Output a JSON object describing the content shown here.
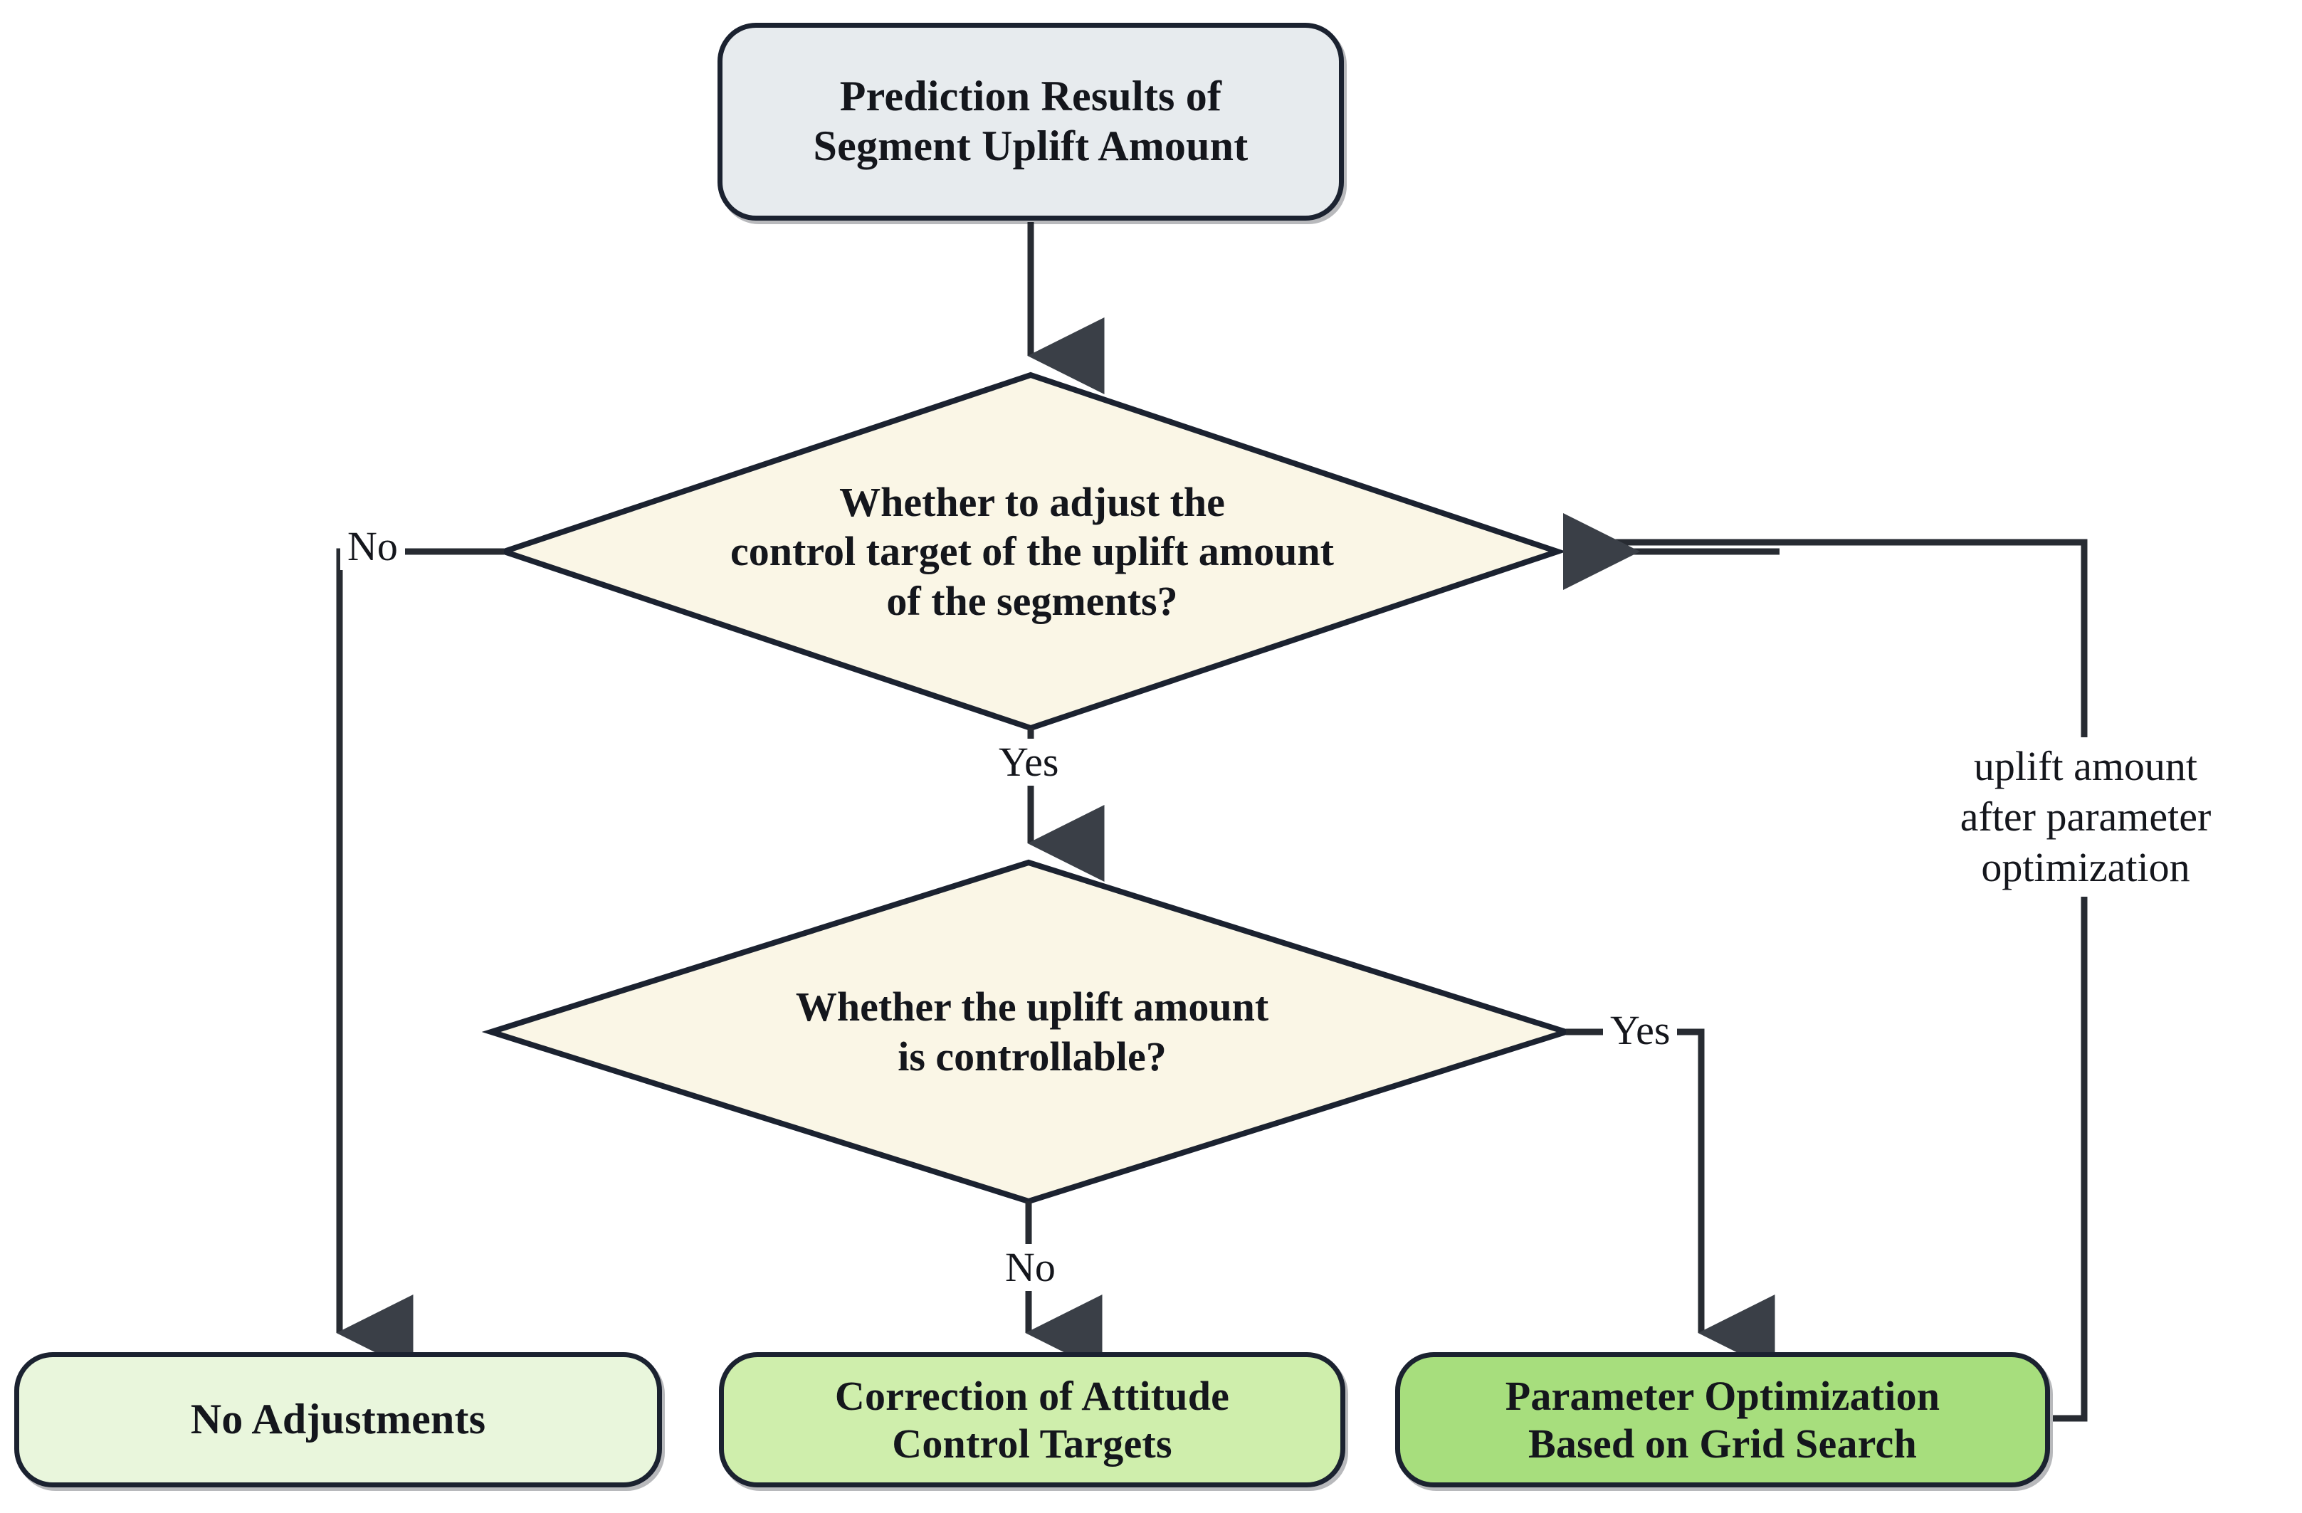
{
  "diagram": {
    "type": "flowchart",
    "title": "Segment Uplift Amount Control Decision Flow",
    "colors": {
      "stroke": "#1b2230",
      "background": "#ffffff",
      "terminator_fill": "#e7ebee",
      "decision_fill": "#faf6e6",
      "result_light_green": "#e9f6dc",
      "result_mid_green": "#cfeeac",
      "result_strong_green": "#a7de7d",
      "text": "#14161c"
    },
    "nodes": {
      "start": {
        "shape": "rounded-rectangle",
        "label": "Prediction Results of\nSegment Uplift Amount",
        "line1": "Prediction Results of",
        "line2": "Segment Uplift Amount"
      },
      "decision1": {
        "shape": "diamond",
        "label": "Whether to adjust the control target of the uplift amount of the segments?",
        "line1": "Whether to adjust the",
        "line2": "control target of the uplift amount",
        "line3": "of the segments?"
      },
      "decision2": {
        "shape": "diamond",
        "label": "Whether the uplift amount is controllable?",
        "line1": "Whether the uplift amount",
        "line2": "is controllable?"
      },
      "result_no_adjust": {
        "shape": "rounded-rectangle",
        "label": "No Adjustments"
      },
      "result_correction": {
        "shape": "rounded-rectangle",
        "label": "Correction of Attitude Control Targets",
        "line1": "Correction of Attitude",
        "line2": "Control Targets"
      },
      "result_param_opt": {
        "shape": "rounded-rectangle",
        "label": "Parameter Optimization Based on Grid Search",
        "line1": "Parameter Optimization",
        "line2": "Based on Grid Search"
      }
    },
    "edges": [
      {
        "id": "e-start-d1",
        "from": "start",
        "to": "decision1",
        "label": ""
      },
      {
        "id": "e-d1-no",
        "from": "decision1",
        "to": "result_no_adjust",
        "label": "No"
      },
      {
        "id": "e-d1-yes",
        "from": "decision1",
        "to": "decision2",
        "label": "Yes"
      },
      {
        "id": "e-d2-no",
        "from": "decision2",
        "to": "result_correction",
        "label": "No"
      },
      {
        "id": "e-d2-yes",
        "from": "decision2",
        "to": "result_param_opt",
        "label": "Yes"
      },
      {
        "id": "e-feedback",
        "from": "result_param_opt",
        "to": "decision1",
        "label": "uplift amount after parameter optimization",
        "label_line1": "uplift amount",
        "label_line2": "after parameter",
        "label_line3": "optimization"
      }
    ],
    "edge_labels": {
      "no_left": "No",
      "yes_middle": "Yes",
      "no_middle": "No",
      "yes_right": "Yes",
      "feedback": "uplift amount\nafter parameter\noptimization"
    }
  }
}
